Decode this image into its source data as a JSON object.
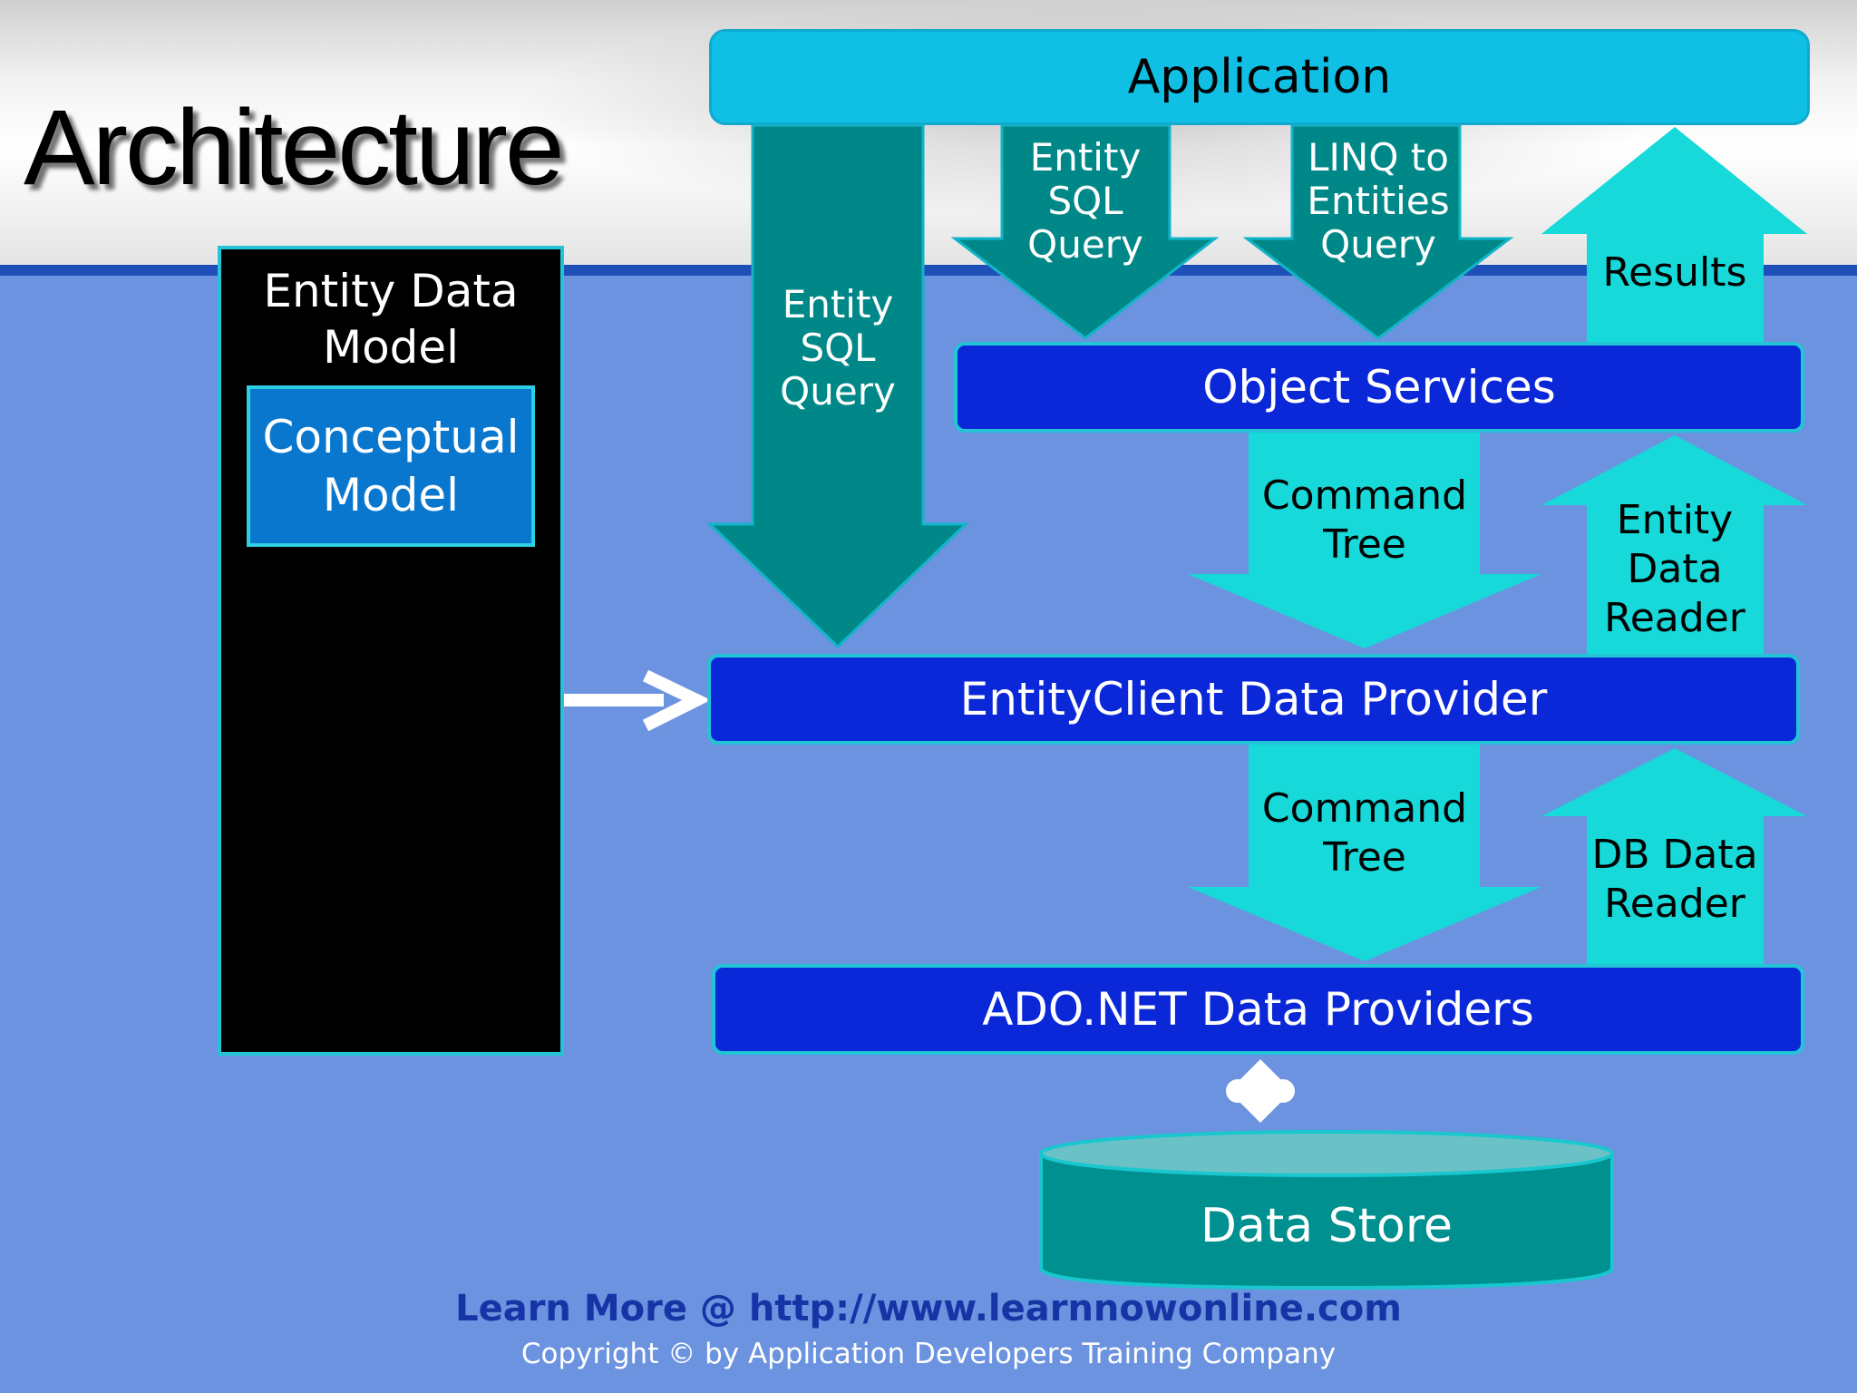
{
  "slide": {
    "title": "Architecture"
  },
  "diagram": {
    "layers": {
      "application": "Application",
      "object_services": "Object Services",
      "entityclient": "EntityClient Data Provider",
      "adonet": "ADO.NET Data Providers",
      "data_store": "Data Store"
    },
    "edm": {
      "label_line1": "Entity Data",
      "label_line2": "Model",
      "conceptual_line1": "Conceptual",
      "conceptual_line2": "Model"
    },
    "arrows": {
      "entity_sql_tall": [
        "Entity",
        "SQL",
        "Query"
      ],
      "entity_sql_short": [
        "Entity",
        "SQL",
        "Query"
      ],
      "linq": [
        "LINQ to",
        "Entities",
        "Query"
      ],
      "results": "Results",
      "command_tree_1": [
        "Command",
        "Tree"
      ],
      "entity_data_reader": [
        "Entity",
        "Data",
        "Reader"
      ],
      "command_tree_2": [
        "Command",
        "Tree"
      ],
      "db_data_reader": [
        "DB Data",
        "Reader"
      ]
    },
    "colors": {
      "dark_teal": "#008888",
      "cyan": "#17d9d9",
      "layer_blue": "#0a28d8",
      "app_cyan": "#0fbfe4",
      "background": "#6b93df"
    }
  },
  "footer": {
    "link": "Learn More @ http://www.learnnowonline.com",
    "copyright": "Copyright © by Application Developers Training Company"
  }
}
